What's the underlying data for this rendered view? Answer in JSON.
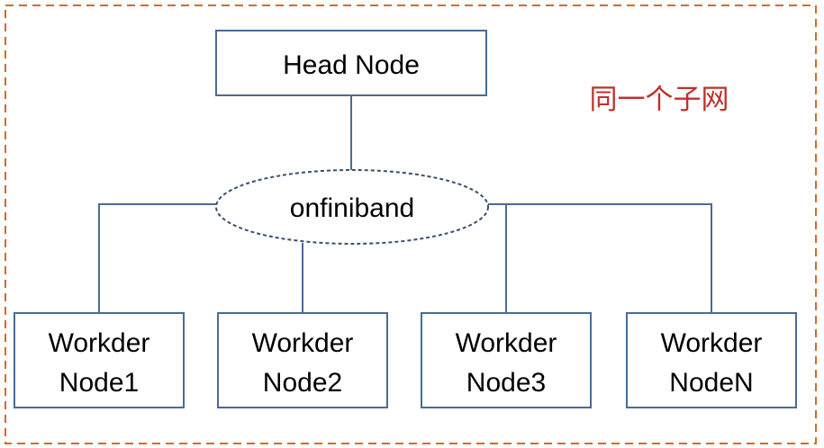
{
  "colors": {
    "node_border": "#4a6b94",
    "link": "#4a6b94",
    "subnet_border": "#d9682a",
    "subnet_label": "#c0312b",
    "ellipse_border": "#3b4f6b"
  },
  "subnet": {
    "label": "同一个子网"
  },
  "head": {
    "label": "Head Node"
  },
  "network": {
    "label": "onfiniband"
  },
  "workers": [
    {
      "line1": "Workder",
      "line2": "Node1"
    },
    {
      "line1": "Workder",
      "line2": "Node2"
    },
    {
      "line1": "Workder",
      "line2": "Node3"
    },
    {
      "line1": "Workder",
      "line2": "NodeN"
    }
  ]
}
